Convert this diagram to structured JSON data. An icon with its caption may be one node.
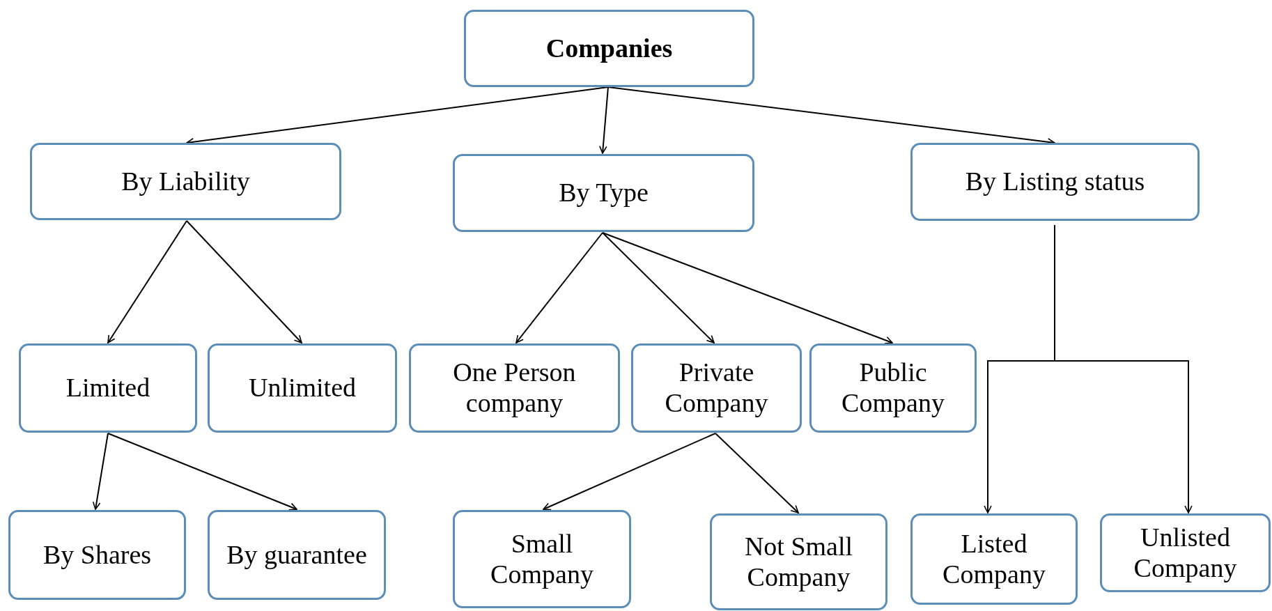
{
  "diagram": {
    "nodes": [
      {
        "text": [
          "Companies"
        ]
      },
      {
        "text": [
          "By Liability"
        ]
      },
      {
        "text": [
          "By Type"
        ]
      },
      {
        "text": [
          "By Listing status"
        ]
      },
      {
        "text": [
          "Limited"
        ]
      },
      {
        "text": [
          "Unlimited"
        ]
      },
      {
        "text": [
          "One Person company"
        ]
      },
      {
        "text": [
          "Private Company"
        ]
      },
      {
        "text": [
          "Public Company"
        ]
      },
      {
        "text": [
          "By Shares"
        ]
      },
      {
        "text": [
          "By guarantee"
        ]
      },
      {
        "text": [
          "Small Company"
        ]
      },
      {
        "text": [
          "Not Small Company"
        ]
      },
      {
        "text": [
          "Listed Company"
        ]
      },
      {
        "text": [
          "Unlisted Company"
        ]
      }
    ],
    "edges": [
      {
        "from": 0,
        "to": 1,
        "arrow": "to"
      },
      {
        "from": 0,
        "to": 2,
        "arrow": "to"
      },
      {
        "from": 0,
        "to": 3,
        "arrow": "to"
      },
      {
        "from": 1,
        "to": 4,
        "arrow": "to"
      },
      {
        "from": 1,
        "to": 5,
        "arrow": "to"
      },
      {
        "from": 2,
        "to": 6,
        "arrow": "to"
      },
      {
        "from": 2,
        "to": 7,
        "arrow": "to"
      },
      {
        "from": 2,
        "to": 8,
        "arrow": "to"
      },
      {
        "from": 4,
        "to": 9,
        "arrow": "to"
      },
      {
        "from": 4,
        "to": 10,
        "arrow": "to"
      },
      {
        "from": 7,
        "to": 11,
        "arrow": "to"
      },
      {
        "from": 7,
        "to": 12,
        "arrow": "to"
      },
      {
        "from": 3,
        "to": 13,
        "arrow": "to"
      },
      {
        "from": 3,
        "to": 14,
        "arrow": "to"
      }
    ]
  }
}
